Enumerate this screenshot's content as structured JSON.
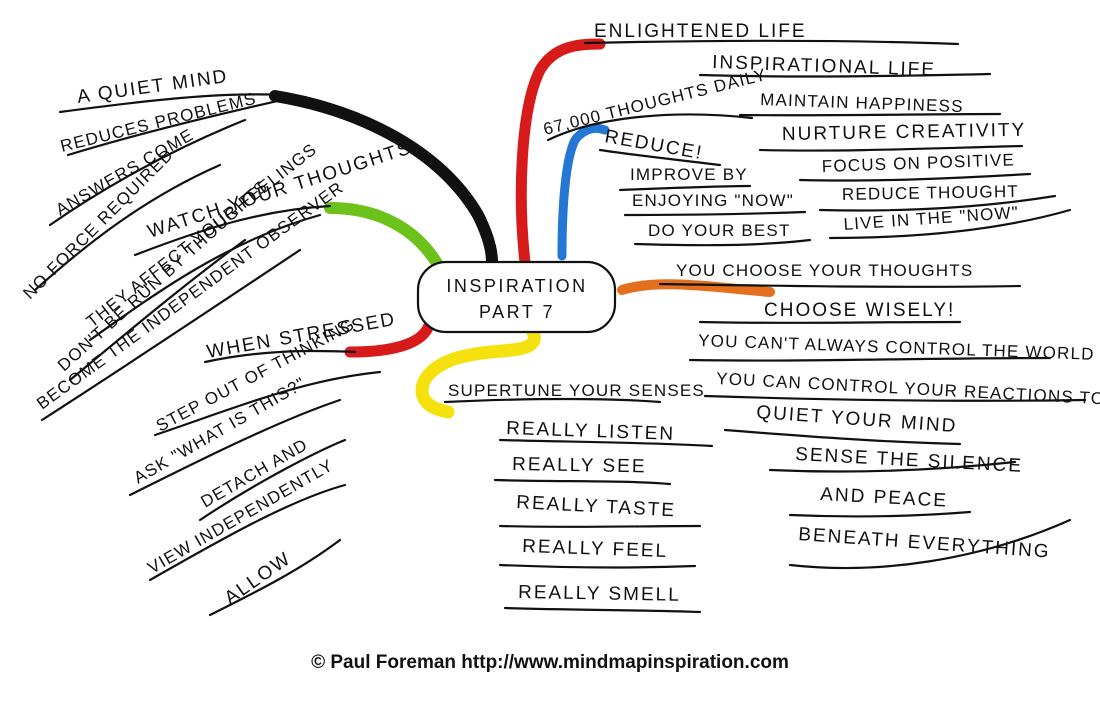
{
  "center": {
    "line1": "INSPIRATION",
    "line2": "PART 7"
  },
  "colors": {
    "black_branch": "#111111",
    "green_branch": "#6cc21b",
    "red_branch": "#d71b1b",
    "yellow_branch": "#f4e10d",
    "blue_branch": "#2477d2",
    "orange_branch": "#e4701f",
    "ink": "#111111"
  },
  "branches": {
    "quiet_mind": {
      "title": "A QUIET MIND",
      "items": [
        "REDUCES PROBLEMS",
        "ANSWERS COME",
        "NO FORCE REQUIRED"
      ]
    },
    "watch_thoughts": {
      "title": "WATCH YOUR THOUGHTS",
      "items": [
        "THEY AFFECT YOUR FEELINGS",
        "DON'T BE RUN BY THOUGHTS",
        "BECOME THE INDEPENDENT OBSERVER"
      ]
    },
    "when_stressed": {
      "title": "WHEN STRESSED",
      "items": [
        "STEP OUT OF THINKING",
        "ASK \"WHAT IS THIS?\"",
        "DETACH AND",
        "VIEW INDEPENDENTLY",
        "ALLOW"
      ]
    },
    "senses": {
      "title": "SUPERTUNE YOUR SENSES",
      "items": [
        "REALLY LISTEN",
        "REALLY SEE",
        "REALLY TASTE",
        "REALLY FEEL",
        "REALLY SMELL"
      ]
    },
    "enlightened": {
      "title": "ENLIGHTENED LIFE",
      "items": [
        "INSPIRATIONAL LIFE",
        "MAINTAIN HAPPINESS",
        "NURTURE CREATIVITY",
        "FOCUS ON POSITIVE",
        "REDUCE THOUGHT",
        "LIVE IN THE \"NOW\""
      ]
    },
    "thoughts_daily": {
      "title": "67,000 THOUGHTS DAILY",
      "items": [
        "REDUCE!",
        "IMPROVE BY",
        "ENJOYING \"NOW\"",
        "DO YOUR BEST"
      ]
    },
    "choose": {
      "title": "YOU CHOOSE YOUR THOUGHTS",
      "items": [
        "CHOOSE WISELY!",
        "YOU CAN'T ALWAYS CONTROL THE WORLD",
        "YOU CAN CONTROL YOUR REACTIONS TO IT",
        "QUIET YOUR MIND",
        "SENSE THE SILENCE",
        "AND PEACE",
        "BENEATH EVERYTHING"
      ]
    }
  },
  "credit": "© Paul Foreman http://www.mindmapinspiration.com"
}
